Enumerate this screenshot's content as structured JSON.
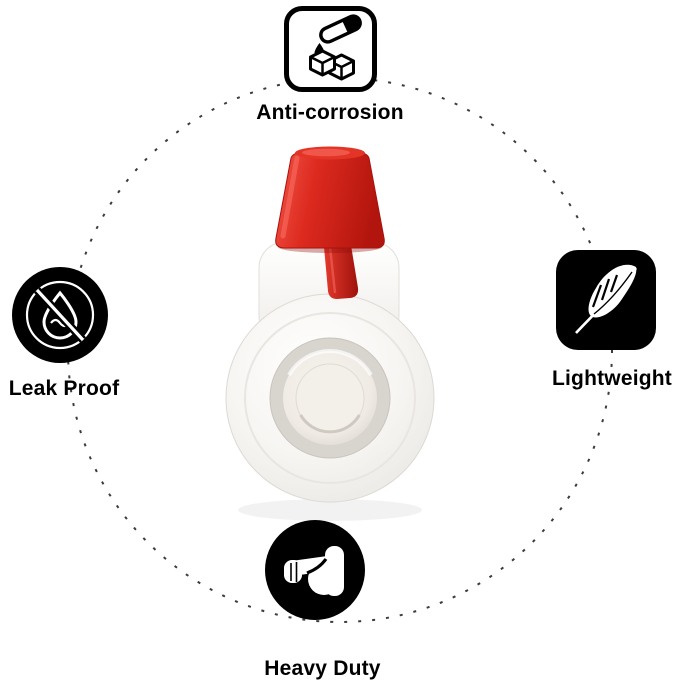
{
  "features": {
    "top": {
      "label": "Anti-corrosion",
      "icon": "anti-corrosion-icon"
    },
    "left": {
      "label": "Leak Proof",
      "icon": "leak-proof-icon"
    },
    "right": {
      "label": "Lightweight",
      "icon": "lightweight-icon"
    },
    "bottom": {
      "label": "Heavy Duty",
      "icon": "heavy-duty-icon"
    }
  },
  "center_image": {
    "name": "pvc-ball-valve-with-red-handle"
  },
  "colors": {
    "background": "#ffffff",
    "icon_black": "#000000",
    "label_text": "#000000",
    "dashed_ring": "#3c3c3c",
    "handle_red": "#dd2a1f",
    "valve_body_white": "#f5f3f0",
    "port_gray": "#d8d4ce"
  }
}
